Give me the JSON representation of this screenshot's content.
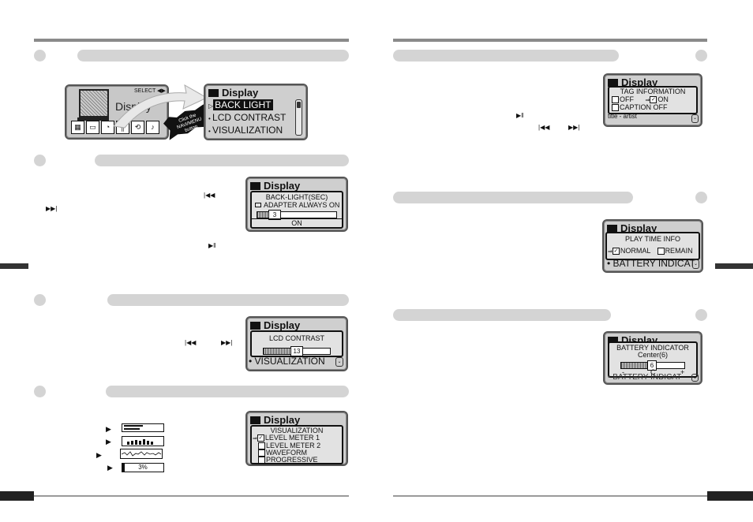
{
  "device_menu": {
    "select_label": "SELECT",
    "main_label": "Display",
    "callout_text": "Click the NAVI/MENU button",
    "popup": {
      "title": "Display",
      "items": [
        "BACK LIGHT",
        "LCD CONTRAST",
        "VISUALIZATION"
      ],
      "selected_index": 0
    }
  },
  "backlight": {
    "title": "Display",
    "heading": "BACK-LIGHT(SEC)",
    "adapter_label": "ADAPTER ALWAYS ON",
    "value": "3",
    "value_fraction": 0.15,
    "status": "ON"
  },
  "contrast": {
    "title": "Display",
    "heading": "LCD CONTRAST",
    "value": "13",
    "value_fraction": 0.45,
    "bg_item": "VISUALIZATION"
  },
  "visualization": {
    "title": "Display",
    "heading": "VISUALIZATION",
    "options": [
      "LEVEL METER 1",
      "LEVEL METER 2",
      "WAVEFORM",
      "PROGRESSIVE"
    ],
    "checked_index": 0,
    "progress_label": "3%",
    "progress_fraction": 0.03
  },
  "tag_info": {
    "title": "Display",
    "heading": "TAG INFORMATION",
    "opt_off": "OFF",
    "opt_on": "ON",
    "opt_caption_off": "CAPTION OFF",
    "bottom": "title - artist"
  },
  "play_time": {
    "title": "Display",
    "heading": "PLAY TIME INFO",
    "opt_normal": "NORMAL",
    "opt_remain": "REMAIN",
    "bg_item": "BATTERY INDICAT"
  },
  "battery": {
    "title": "Display",
    "heading": "BATTERY INDICATOR",
    "sub": "Center(6)",
    "value": "6",
    "value_fraction": 0.45,
    "left_mark": "-",
    "center_mark": "C",
    "right_mark": "+",
    "bg_item": "BATTERY INDICAT"
  },
  "icons": {
    "prev": "|◀◀",
    "next": "▶▶|",
    "play_pause": "▶‖"
  }
}
